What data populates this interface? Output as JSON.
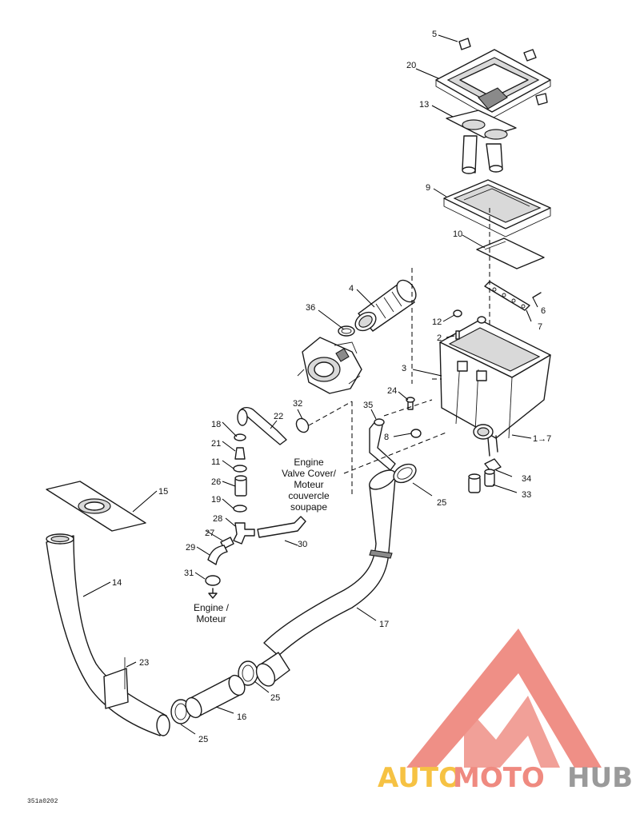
{
  "callouts": {
    "c5": "5",
    "c20": "20",
    "c13": "13",
    "c9": "9",
    "c10": "10",
    "c4": "4",
    "c36": "36",
    "c6": "6",
    "c7": "7",
    "c12": "12",
    "c2": "2",
    "c3": "3",
    "c24": "24",
    "c1to7": "1→7",
    "c35": "35",
    "c8": "8",
    "c32": "32",
    "c22": "22",
    "c18": "18",
    "c21": "21",
    "c11": "11",
    "c26": "26",
    "c19": "19",
    "c28": "28",
    "c27": "27",
    "c29": "29",
    "c30": "30",
    "c31": "31",
    "c15": "15",
    "c14": "14",
    "c34": "34",
    "c33": "33",
    "c25a": "25",
    "c25b": "25",
    "c25c": "25",
    "c17": "17",
    "c23": "23",
    "c16": "16"
  },
  "notes": {
    "valve_cover": [
      "Engine",
      "Valve Cover/",
      "Moteur",
      "couvercle",
      "soupape"
    ],
    "engine": [
      "Engine /",
      "Moteur"
    ]
  },
  "drawing_code": "351a0202",
  "watermark": {
    "auto": "AUTO",
    "moto": "MOTO",
    "hub": "HUB",
    "colors": {
      "auto": "#f6c243",
      "moto": "#ef8a80",
      "hub": "#9a9a9a",
      "logo": "#ef8f86"
    }
  }
}
